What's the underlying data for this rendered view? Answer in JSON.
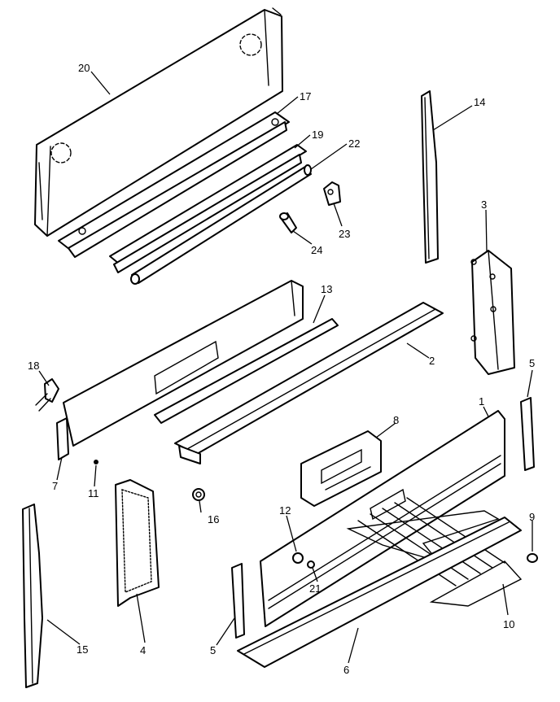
{
  "callouts": [
    {
      "id": "c1",
      "text": "1"
    },
    {
      "id": "c2",
      "text": "2"
    },
    {
      "id": "c3",
      "text": "3"
    },
    {
      "id": "c4",
      "text": "4"
    },
    {
      "id": "c5a",
      "text": "5"
    },
    {
      "id": "c5b",
      "text": "5"
    },
    {
      "id": "c6",
      "text": "6"
    },
    {
      "id": "c7",
      "text": "7"
    },
    {
      "id": "c8",
      "text": "8"
    },
    {
      "id": "c9",
      "text": "9"
    },
    {
      "id": "c10",
      "text": "10"
    },
    {
      "id": "c11",
      "text": "11"
    },
    {
      "id": "c12",
      "text": "12"
    },
    {
      "id": "c13",
      "text": "13"
    },
    {
      "id": "c14",
      "text": "14"
    },
    {
      "id": "c15",
      "text": "15"
    },
    {
      "id": "c16",
      "text": "16"
    },
    {
      "id": "c17",
      "text": "17"
    },
    {
      "id": "c18",
      "text": "18"
    },
    {
      "id": "c19",
      "text": "19"
    },
    {
      "id": "c20",
      "text": "20"
    },
    {
      "id": "c21",
      "text": "21"
    },
    {
      "id": "c22",
      "text": "22"
    },
    {
      "id": "c23",
      "text": "23"
    },
    {
      "id": "c24",
      "text": "24"
    }
  ]
}
